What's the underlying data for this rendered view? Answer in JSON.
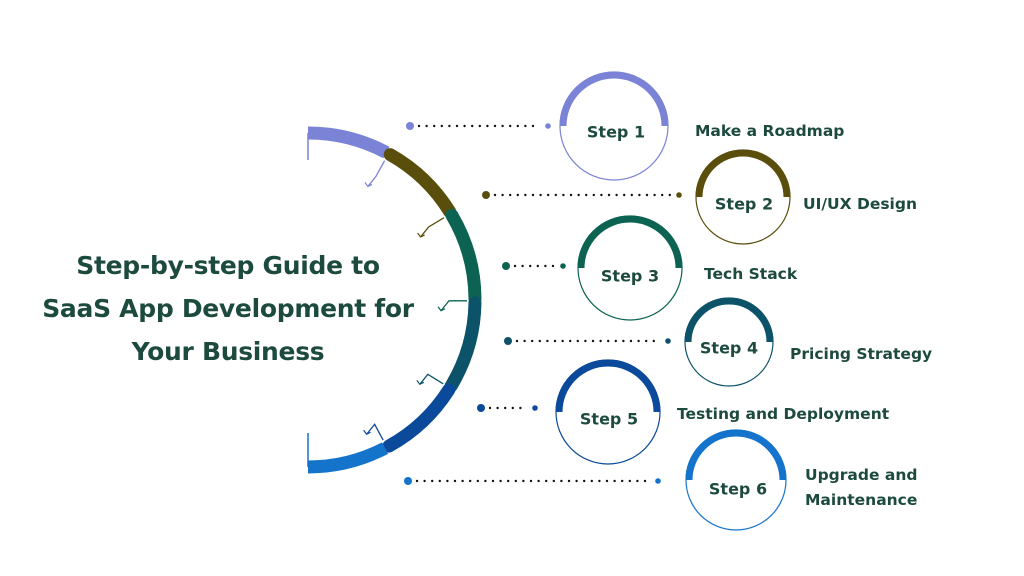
{
  "title": {
    "lines": [
      "Step-by-step Guide to",
      "SaaS App Development for",
      "Your Business"
    ]
  },
  "colors": {
    "text": "#1d4a3e",
    "connector_dots": "#111111"
  },
  "steps": [
    {
      "number_label": "Step 1",
      "description": [
        "Make a Roadmap"
      ],
      "color": "#7b83d6"
    },
    {
      "number_label": "Step 2",
      "description": [
        "UI/UX Design"
      ],
      "color": "#5a4e0c"
    },
    {
      "number_label": "Step 3",
      "description": [
        "Tech Stack"
      ],
      "color": "#0d6352"
    },
    {
      "number_label": "Step 4",
      "description": [
        "Pricing Strategy"
      ],
      "color": "#0c5268"
    },
    {
      "number_label": "Step 5",
      "description": [
        "Testing and Deployment"
      ],
      "color": "#0b4a9a"
    },
    {
      "number_label": "Step 6",
      "description": [
        "Upgrade and",
        "Maintenance"
      ],
      "color": "#1474cc"
    }
  ]
}
